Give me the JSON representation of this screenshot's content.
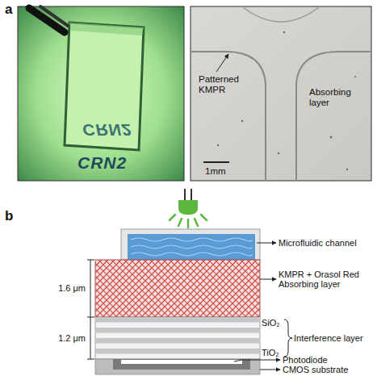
{
  "diagram": {
    "labels": [
      "a",
      "CRN2",
      "CRN2",
      "Patterned KMPR",
      "Absorbing layer",
      "1mm",
      "b",
      "1.6 μm",
      "1.2 μm",
      "Microfluidic channel",
      "KMPR + Orasol Red Absorbing layer",
      "SiO₂",
      "Interference layer",
      "TiO₂",
      "Photodiode",
      "CMOS substrate"
    ]
  }
}
